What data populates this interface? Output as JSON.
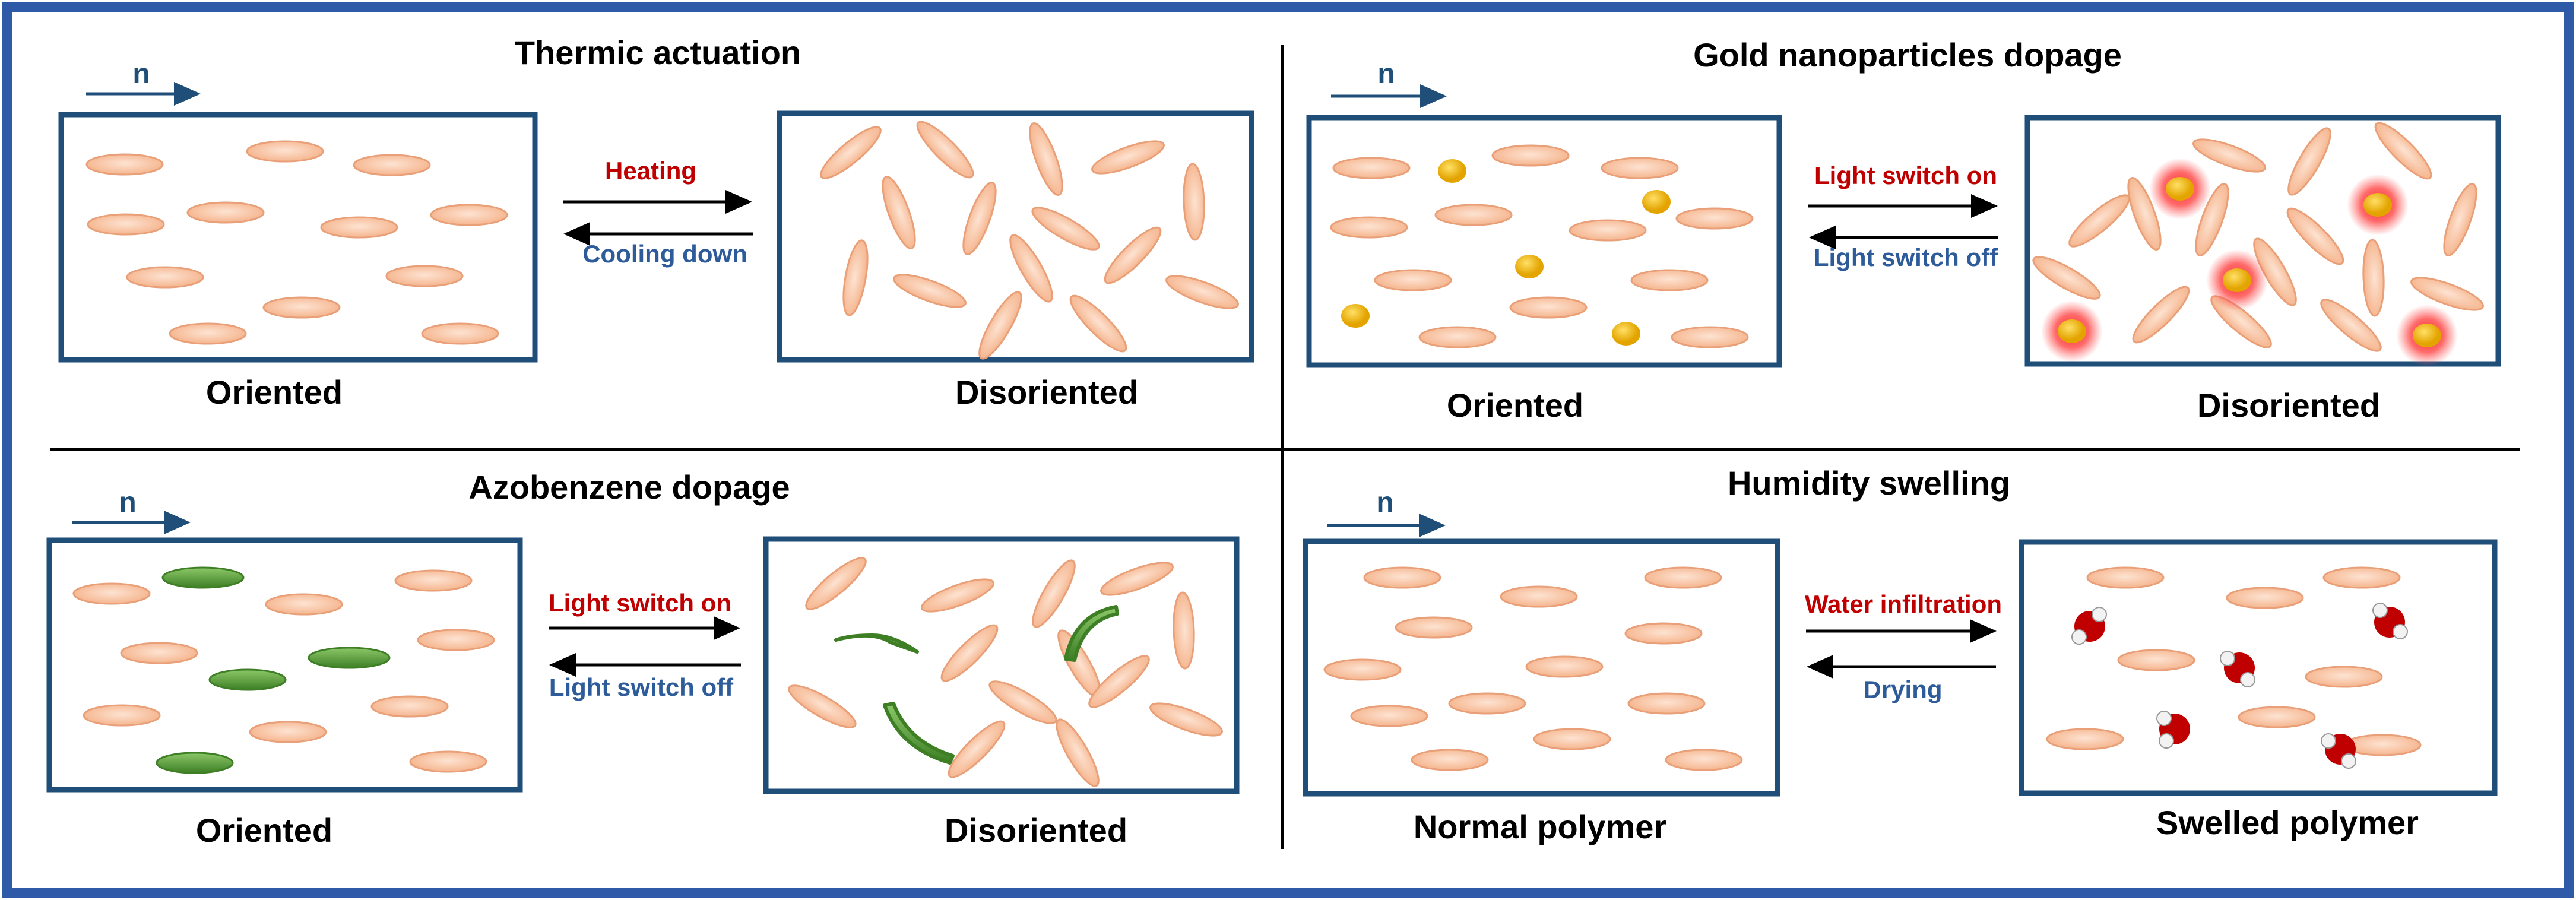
{
  "colors": {
    "frame": "#2e5aa7",
    "box": "#1f4e79",
    "divider": "#000000",
    "ellipse_fill": "#f8c7a6",
    "ellipse_stroke": "#e9a078",
    "gold": "#f2b705",
    "glow": "#ff3030",
    "azo": "#5a9e3a",
    "water_red": "#c00000",
    "heating_red": "#c00000",
    "cooling_blue": "#2e5c9a"
  },
  "panels": {
    "thermic": {
      "title": "Thermic actuation",
      "director": "n",
      "forward_label": "Heating",
      "backward_label": "Cooling down",
      "left_caption": "Oriented",
      "right_caption": "Disoriented"
    },
    "gold": {
      "title": "Gold nanoparticles dopage",
      "director": "n",
      "forward_label": "Light switch on",
      "backward_label": "Light switch off",
      "left_caption": "Oriented",
      "right_caption": "Disoriented"
    },
    "azo": {
      "title": "Azobenzene dopage",
      "director": "n",
      "forward_label": "Light switch on",
      "backward_label": "Light switch off",
      "left_caption": "Oriented",
      "right_caption": "Disoriented"
    },
    "humidity": {
      "title": "Humidity swelling",
      "director": "n",
      "forward_label": "Water infiltration",
      "backward_label": "Drying",
      "left_caption": "Normal polymer",
      "right_caption": "Swelled polymer"
    }
  }
}
